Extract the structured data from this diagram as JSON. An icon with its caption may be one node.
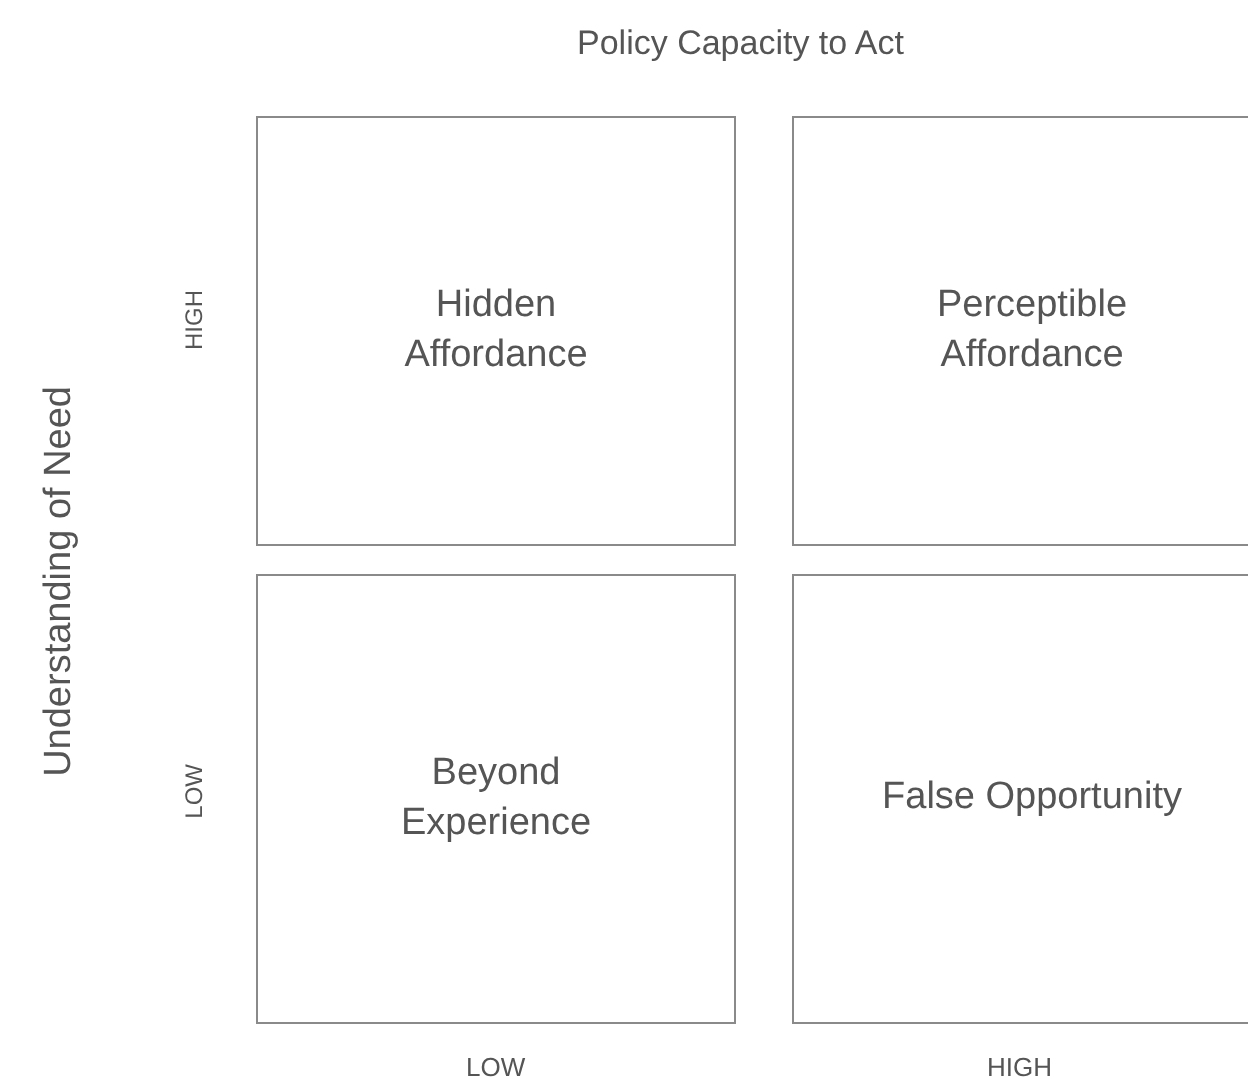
{
  "diagram": {
    "nodes": [
      {
        "text": [
          "Hidden Affordance"
        ]
      },
      {
        "text": [
          "Perceptible Affordance"
        ]
      },
      {
        "text": [
          "Beyond Experience"
        ]
      },
      {
        "text": [
          "False Opportunity"
        ]
      }
    ],
    "labels": [
      "Policy Capacity to Act",
      "Understanding of Need",
      "HIGH",
      "LOW",
      "LOW",
      "HIGH"
    ]
  }
}
